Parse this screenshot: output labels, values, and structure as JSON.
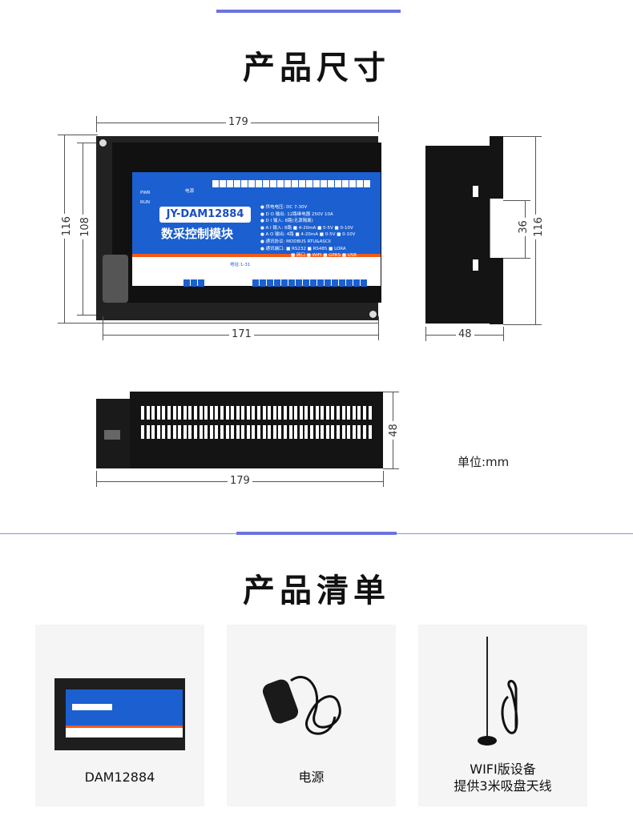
{
  "section1": {
    "title": "产品尺寸"
  },
  "dimensions": {
    "front_width": "179",
    "front_inner_width": "171",
    "front_height": "116",
    "front_inner_height": "108",
    "side_depth": "48",
    "side_rail": "36",
    "side_height": "116",
    "bottom_width": "179",
    "bottom_height": "48",
    "unit": "单位:mm"
  },
  "device": {
    "model": "JY-DAM12884",
    "name": "数采控制模块",
    "led_pwr": "PWR",
    "led_run": "RUN",
    "power_label": "电源",
    "specs": [
      "● 供电电压:  DC 7-30V",
      "● D O 输出:  12路继电器 250V 10A",
      "● D I 输入:  8路(无源隔离)",
      "● A I 输入:  8路 ■ 4-20mA ■ 0-5V ■ 0-10V",
      "● A O 输出:  4路 ■ 4-20mA ■ 0-5V ■ 0-10V",
      "● 通讯协议:  MODBUS  RTU&ASCII",
      "● 通讯端口:  ■ RS232 ■ RS485 ■ LORA",
      "■ 网口 ■ WIFI ■ GPRS ■ USB"
    ],
    "address_label": "地址:1-31"
  },
  "section2": {
    "title": "产品清单"
  },
  "items": [
    {
      "caption": "DAM12884",
      "image": "device-photo"
    },
    {
      "caption": "电源",
      "image": "power-adapter-photo"
    },
    {
      "caption": "WIFI版设备",
      "caption2": "提供3米吸盘天线",
      "image": "antenna-photo"
    }
  ],
  "colors": {
    "accent": "#6b73e0",
    "panel_blue": "#1b5fd1",
    "device_body": "#222222",
    "orange": "#f05a1a"
  }
}
